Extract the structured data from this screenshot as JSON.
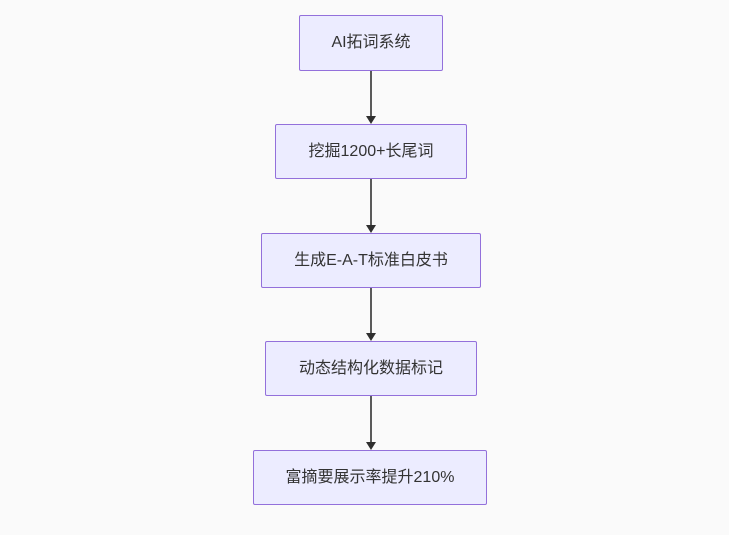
{
  "diagram": {
    "type": "flowchart",
    "direction": "top-down",
    "nodes": [
      {
        "label": "AI拓词系统"
      },
      {
        "label": "挖掘1200+长尾词"
      },
      {
        "label": "生成E-A-T标准白皮书"
      },
      {
        "label": "动态结构化数据标记"
      },
      {
        "label": "富摘要展示率提升210%"
      }
    ],
    "edges": [
      {
        "from": 0,
        "to": 1,
        "style": "arrow-down"
      },
      {
        "from": 1,
        "to": 2,
        "style": "arrow-down"
      },
      {
        "from": 2,
        "to": 3,
        "style": "arrow-down"
      },
      {
        "from": 3,
        "to": 4,
        "style": "arrow-down"
      }
    ],
    "colors": {
      "node_fill": "#ececff",
      "node_border": "#9370db",
      "arrow_line": "#5a5a5a",
      "arrow_head": "#2f2f2f",
      "text": "#333333",
      "background": "#fafafa"
    }
  }
}
